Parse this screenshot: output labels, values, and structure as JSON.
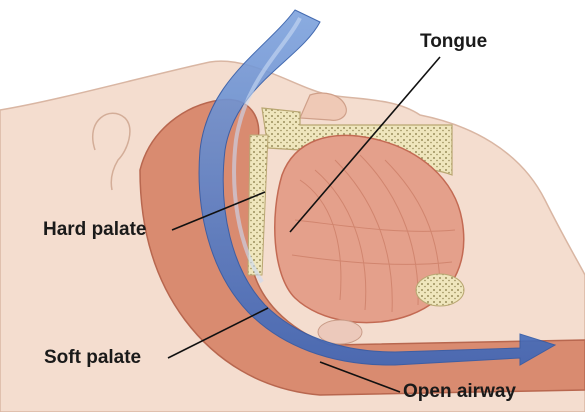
{
  "labels": {
    "tongue": "Tongue",
    "hard_palate": "Hard palate",
    "soft_palate": "Soft palate",
    "open_airway": "Open airway"
  },
  "colors": {
    "skin": "#f3dccf",
    "skin_shadow": "#e7c1ad",
    "tissue": "#d98c72",
    "muscle": "#e39d88",
    "muscle_dark": "#c56d56",
    "bone": "#efe4b8",
    "airflow": "#4f79c8",
    "airflow_light": "#bcd1ef"
  }
}
